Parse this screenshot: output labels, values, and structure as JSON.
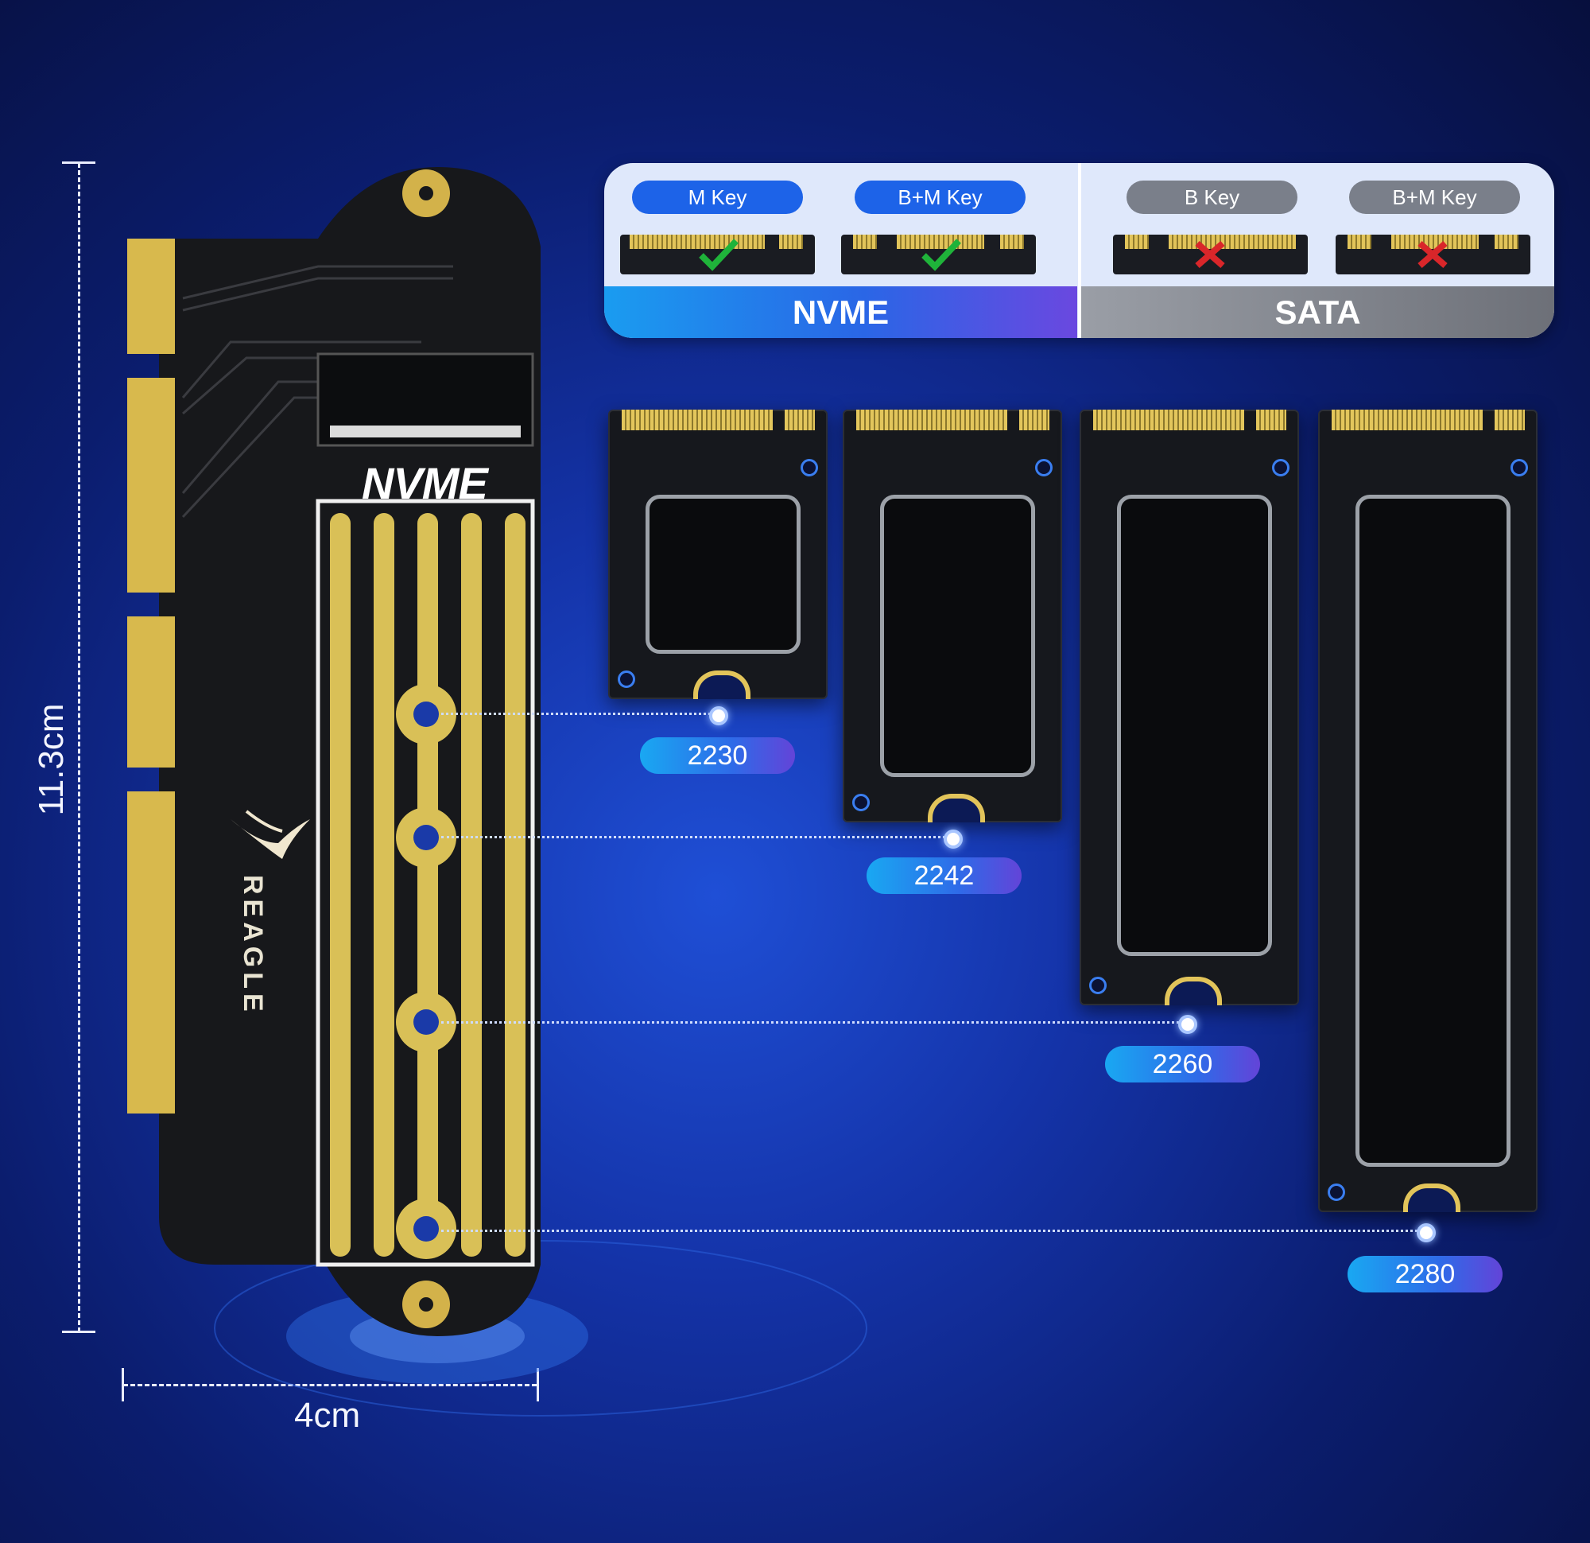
{
  "dimensions": {
    "height": "11.3cm",
    "width": "4cm"
  },
  "board": {
    "logo_text": "NVME",
    "brand": "REAGLE"
  },
  "compat": {
    "nvme": {
      "label": "NVME",
      "keys": [
        "M Key",
        "B+M Key"
      ]
    },
    "sata": {
      "label": "SATA",
      "keys": [
        "B Key",
        "B+M Key"
      ]
    }
  },
  "sizes": [
    "2230",
    "2242",
    "2260",
    "2280"
  ],
  "colors": {
    "accent": "#1d63e8",
    "ok": "#1fb33a",
    "no": "#d9262a"
  },
  "icons": {
    "ok": "check-icon",
    "no": "cross-icon"
  }
}
